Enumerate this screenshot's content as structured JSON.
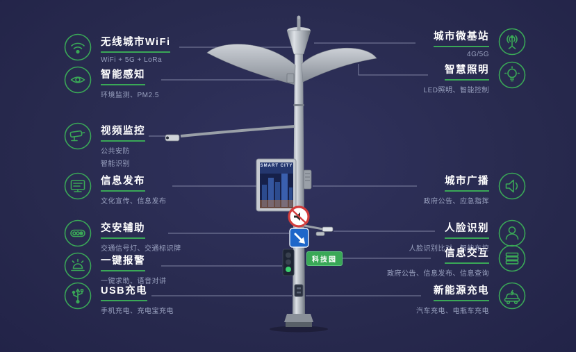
{
  "colors": {
    "background": "#282a4e",
    "accent_green": "#3aa857",
    "title": "#ffffff",
    "subtitle": "#9aa2c0"
  },
  "pole": {
    "screen_text": "SMART CITY",
    "tag_label": "科技园"
  },
  "features": {
    "left": [
      {
        "icon": "wifi-icon",
        "title": "无线城市WiFi",
        "subtitle": "WiFi + 5G + LoRa"
      },
      {
        "icon": "sensor-icon",
        "title": "智能感知",
        "subtitle": "环境监测、PM2.5"
      },
      {
        "icon": "cctv-icon",
        "title": "视频监控",
        "subtitle": "公共安防",
        "subtitle2": "智能识别"
      },
      {
        "icon": "info-screen-icon",
        "title": "信息发布",
        "subtitle": "文化宣传、信息发布"
      },
      {
        "icon": "traffic-signal-icon",
        "title": "交安辅助",
        "subtitle": "交通信号灯、交通标识牌"
      },
      {
        "icon": "alarm-icon",
        "title": "一键报警",
        "subtitle": "一键求助、语音对讲"
      },
      {
        "icon": "usb-icon",
        "title": "USB充电",
        "subtitle": "手机充电、充电宝充电"
      }
    ],
    "right": [
      {
        "icon": "antenna-icon",
        "title": "城市微基站",
        "subtitle": "4G/5G"
      },
      {
        "icon": "bulb-icon",
        "title": "智慧照明",
        "subtitle": "LED照明、智能控制"
      },
      {
        "icon": "speaker-icon",
        "title": "城市广播",
        "subtitle": "政府公告、应急指挥"
      },
      {
        "icon": "face-icon",
        "title": "人脸识别",
        "subtitle": "人脸识别比对、智能布控"
      },
      {
        "icon": "interaction-icon",
        "title": "信息交互",
        "subtitle": "政府公告、信息发布、信息查询"
      },
      {
        "icon": "ev-icon",
        "title": "新能源充电",
        "subtitle": "汽车充电、电瓶车充电"
      }
    ]
  }
}
